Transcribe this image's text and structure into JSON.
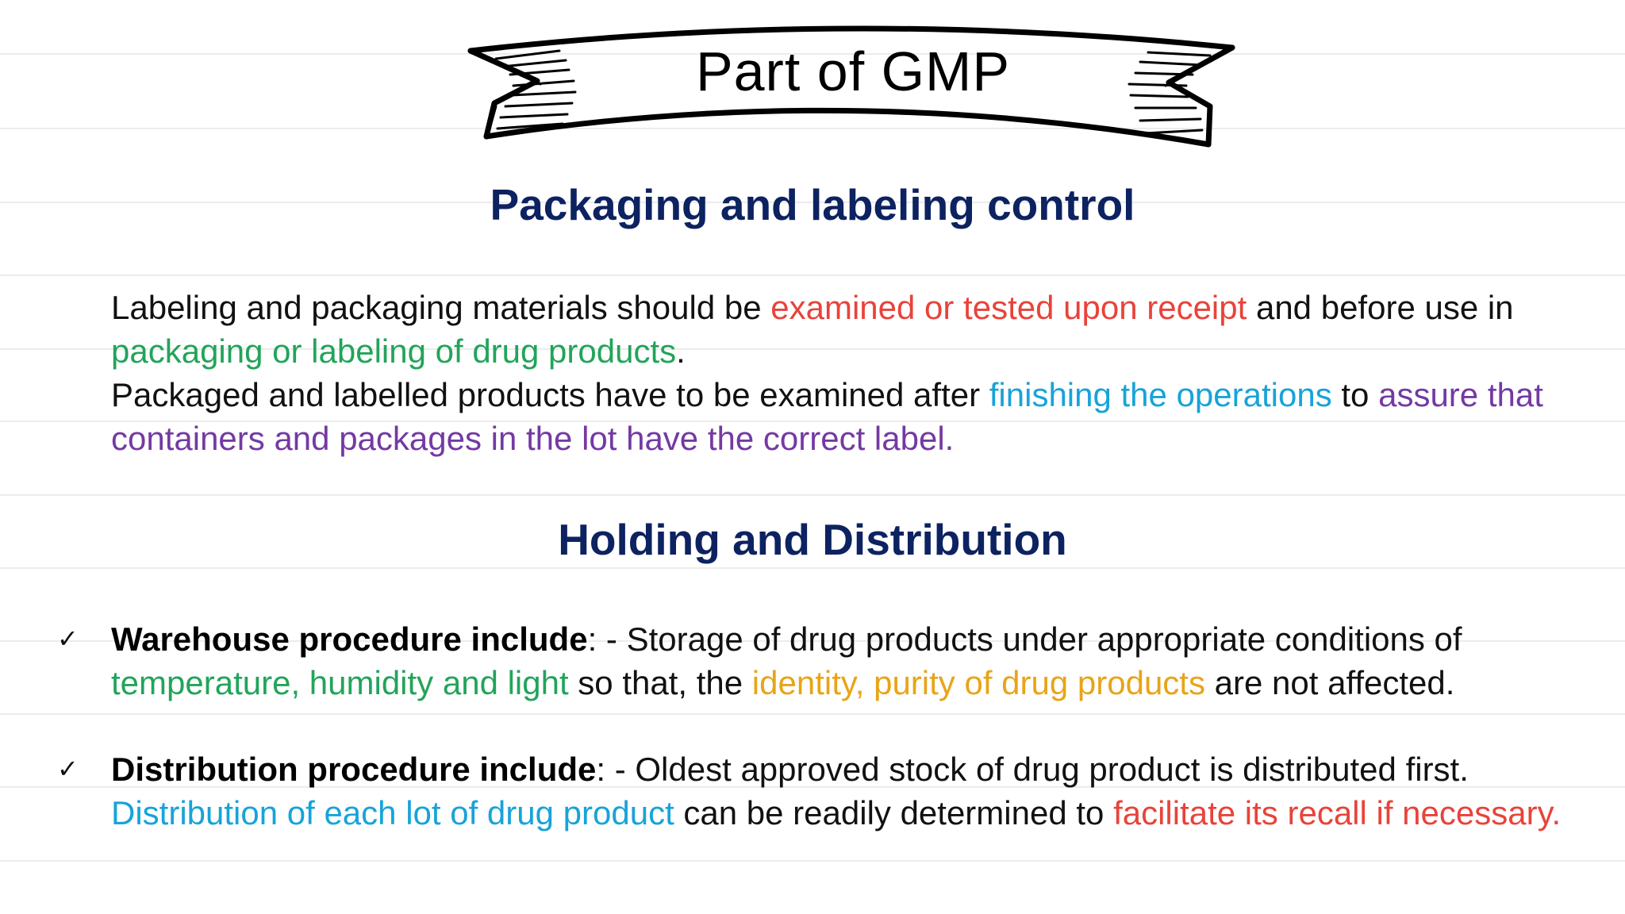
{
  "banner": {
    "title": "Part of GMP"
  },
  "section1": {
    "heading": "Packaging and labeling control",
    "p1": {
      "a": "Labeling and packaging materials should be ",
      "b": "examined or tested upon receipt",
      "c": " and before use in ",
      "d": "packaging or labeling of drug products",
      "e": "."
    },
    "p2": {
      "a": "Packaged and labelled products have to be examined after ",
      "b": "finishing the operations",
      "c": " to ",
      "d": "assure that containers and packages in the lot have the correct label."
    }
  },
  "section2": {
    "heading": "Holding and Distribution",
    "bullets": [
      {
        "check": "✓",
        "bold": "Warehouse procedure include",
        "a": ": - Storage of drug products under appropriate conditions of ",
        "b": "temperature, humidity and light",
        "c": " so that, the ",
        "d": "identity, purity of drug products",
        "e": " are not affected."
      },
      {
        "check": "✓",
        "bold": "Distribution procedure include",
        "a": ": - Oldest approved stock of drug product is distributed first. ",
        "b": "Distribution of each lot of drug product",
        "c": " can be readily determined to ",
        "d": "facilitate its recall if necessary."
      }
    ]
  },
  "colors": {
    "heading": "#0d2260",
    "red": "#e8433a",
    "green": "#22a45a",
    "blue": "#17a3d9",
    "purple": "#7439a3",
    "orange": "#e8a418"
  },
  "icons": [
    "ribbon-banner-icon",
    "checkmark-icon"
  ]
}
